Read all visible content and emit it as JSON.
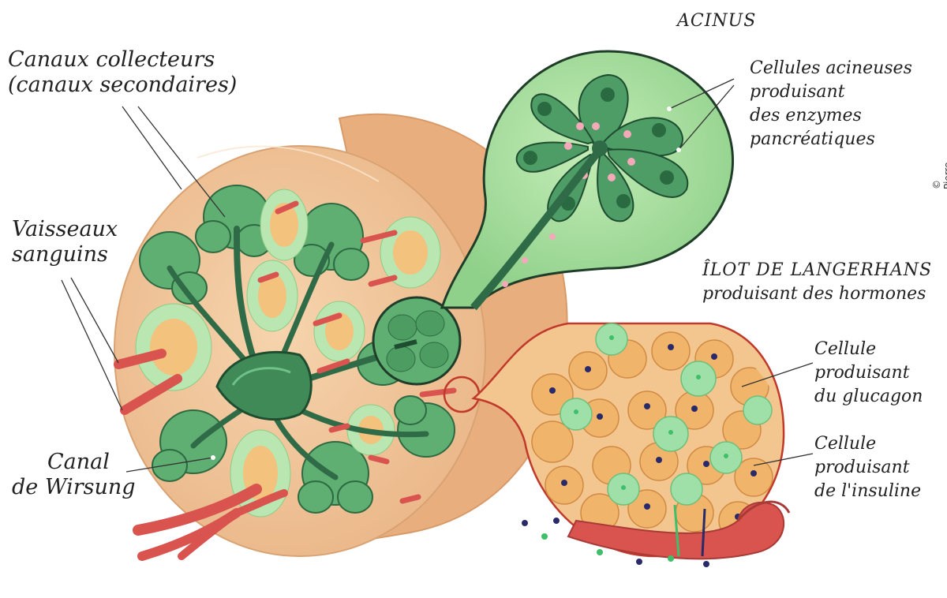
{
  "labels": {
    "collecteurs_line1": "Canaux collecteurs",
    "collecteurs_line2": "(canaux secondaires)",
    "vaisseaux_line1": "Vaisseaux",
    "vaisseaux_line2": "sanguins",
    "canal_line1": "Canal",
    "canal_line2": "de Wirsung",
    "acinus": "ACINUS",
    "acineuses_line1": "Cellules acineuses",
    "acineuses_line2": "produisant",
    "acineuses_line3": "des enzymes",
    "acineuses_line4": "pancréatiques",
    "ilot_line1": "ÎLOT DE LANGERHANS",
    "ilot_line2": "produisant des hormones",
    "glucagon_line1": "Cellule",
    "glucagon_line2": "produisant",
    "glucagon_line3": "du glucagon",
    "insuline_line1": "Cellule",
    "insuline_line2": "produisant",
    "insuline_line3": "de l'insuline"
  },
  "credit": "© Pierre Bourcier",
  "colors": {
    "tissue": "#f2c79a",
    "tissue_edge": "#e0a472",
    "acinus_fill": "#5fae72",
    "acinus_dark": "#2d6a42",
    "duct": "#2f6b46",
    "vessel": "#d9534f",
    "islet_green": "#9fe0a8",
    "islet_orange": "#f0b46a",
    "bubble": "#a9dd9d"
  }
}
